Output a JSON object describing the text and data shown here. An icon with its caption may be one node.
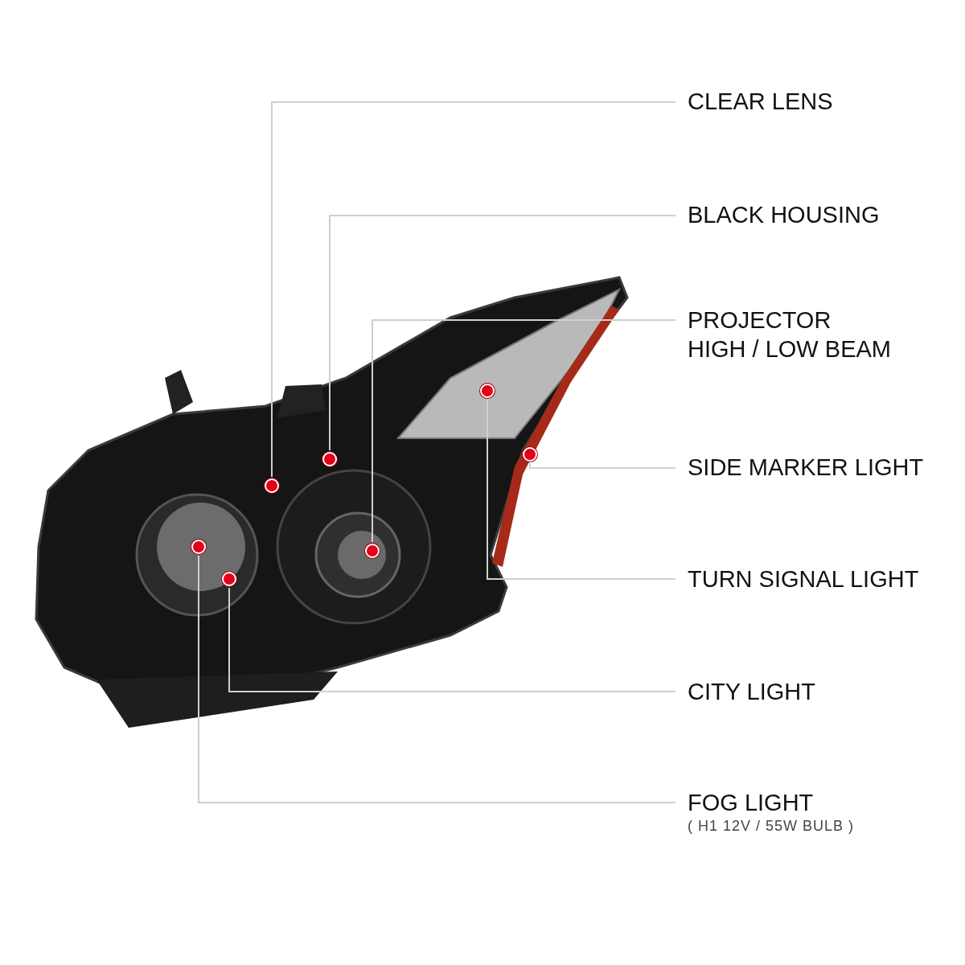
{
  "diagram": {
    "nodes": [
      {
        "text": [
          "CLEAR LENS"
        ]
      },
      {
        "text": [
          "BLACK HOUSING"
        ]
      },
      {
        "text": [
          "PROJECTOR HIGH / LOW BEAM"
        ]
      },
      {
        "text": [
          "SIDE MARKER LIGHT"
        ]
      },
      {
        "text": [
          "TURN SIGNAL LIGHT"
        ]
      },
      {
        "text": [
          "CITY LIGHT"
        ]
      },
      {
        "text": [
          "FOG LIGHT",
          "( H1 12V / 55W BULB )"
        ]
      },
      {
        "text": [],
        "shape": "circle"
      },
      {
        "text": [],
        "shape": "circle"
      },
      {
        "text": [],
        "shape": "circle"
      },
      {
        "text": [],
        "shape": "circle"
      },
      {
        "text": [],
        "shape": "circle"
      },
      {
        "text": [],
        "shape": "circle"
      },
      {
        "text": [],
        "shape": "circle"
      }
    ],
    "edges": [
      {
        "from": 0,
        "to": 9,
        "arrow": "none"
      },
      {
        "from": 1,
        "to": 10,
        "arrow": "none"
      },
      {
        "from": 2,
        "to": 11,
        "arrow": "none"
      },
      {
        "from": 3,
        "to": 13,
        "arrow": "none"
      },
      {
        "from": 4,
        "to": 12,
        "arrow": "none"
      },
      {
        "from": 5,
        "to": 8,
        "arrow": "none"
      },
      {
        "from": 6,
        "to": 7,
        "arrow": "none"
      }
    ]
  }
}
